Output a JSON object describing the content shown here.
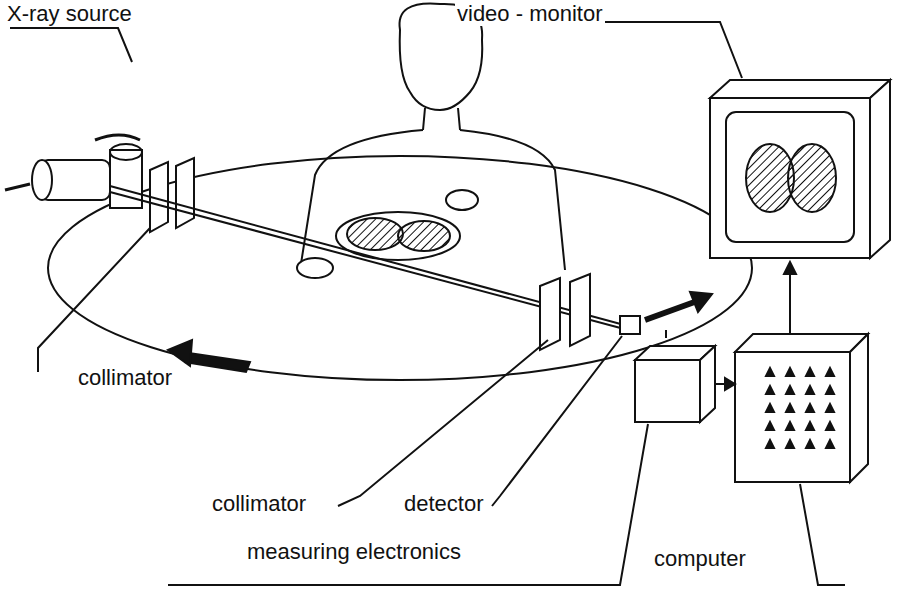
{
  "diagram": {
    "labels": [
      "X-ray source",
      "video - monitor",
      "collimator",
      "collimator",
      "detector",
      "measuring electronics",
      "computer"
    ]
  }
}
